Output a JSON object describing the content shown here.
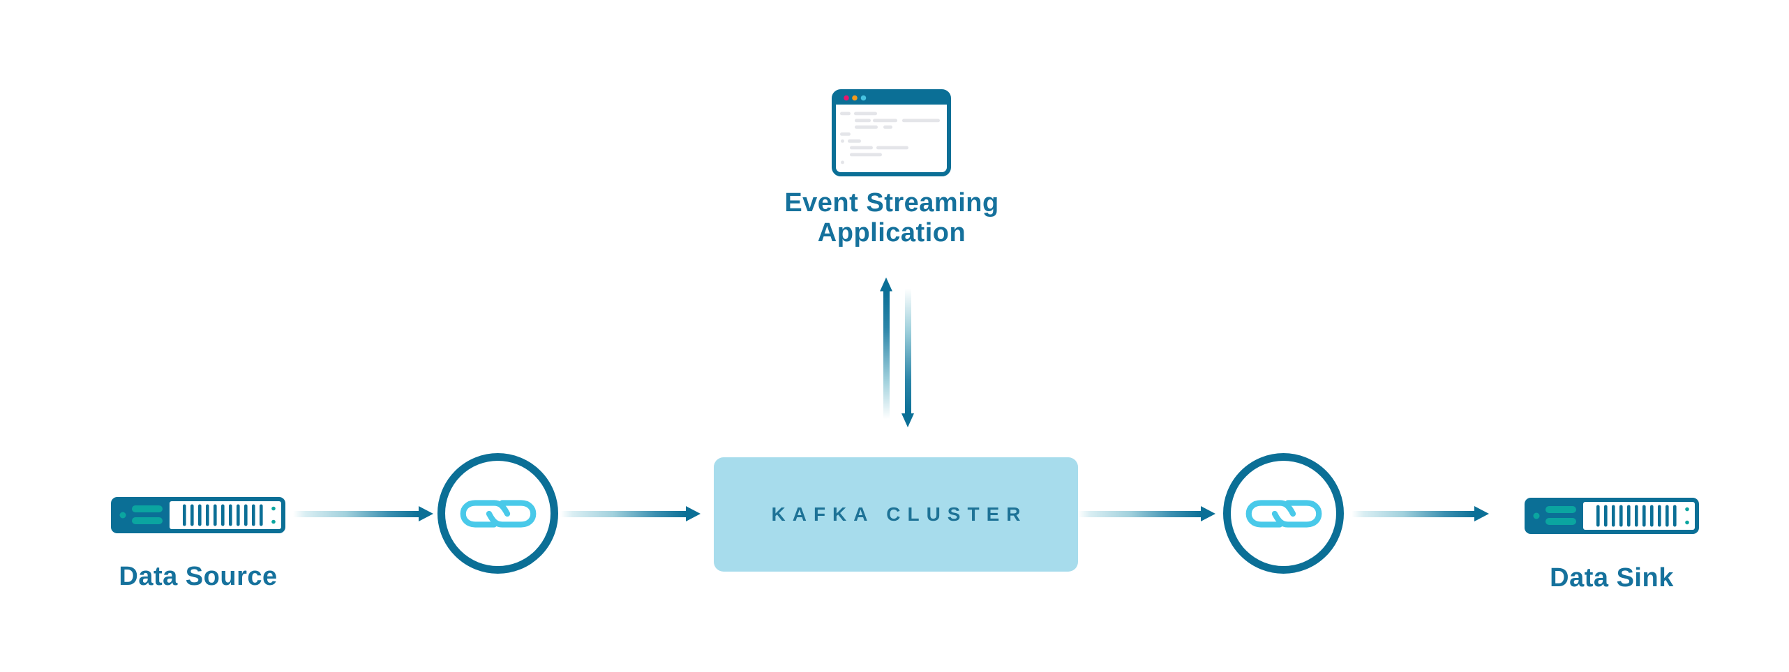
{
  "diagram": {
    "type": "kafka-connect-pipeline",
    "nodes": {
      "event_streaming_application": {
        "label_line1": "Event Streaming",
        "label_line2": "Application",
        "icon": "browser-window-code-icon"
      },
      "data_source": {
        "label": "Data Source",
        "icon": "server-icon"
      },
      "source_connector": {
        "icon": "chain-link-icon"
      },
      "kafka_cluster": {
        "label": "KAFKA CLUSTER"
      },
      "sink_connector": {
        "icon": "chain-link-icon"
      },
      "data_sink": {
        "label": "Data Sink",
        "icon": "server-icon"
      }
    },
    "edges": [
      {
        "from": "data_source",
        "to": "source_connector",
        "direction": "right",
        "style": "gradient-arrow"
      },
      {
        "from": "source_connector",
        "to": "kafka_cluster",
        "direction": "right",
        "style": "gradient-arrow"
      },
      {
        "from": "kafka_cluster",
        "to": "sink_connector",
        "direction": "right",
        "style": "gradient-arrow"
      },
      {
        "from": "sink_connector",
        "to": "data_sink",
        "direction": "right",
        "style": "gradient-arrow"
      },
      {
        "from": "kafka_cluster",
        "to": "event_streaming_application",
        "direction": "up",
        "style": "gradient-arrow"
      },
      {
        "from": "event_streaming_application",
        "to": "kafka_cluster",
        "direction": "down",
        "style": "gradient-arrow"
      }
    ],
    "colors": {
      "background": "#ffffff",
      "primary_dark_blue": "#0b6f96",
      "label_text_blue": "#15719c",
      "kafka_box_fill": "#a7dcec",
      "kafka_box_text": "#1d7296",
      "server_teal": "#0ba5a0",
      "chain_link_cyan": "#49c9e9",
      "browser_dot_pink": "#e8156d",
      "browser_dot_orange": "#f59a1c",
      "browser_dot_cyan": "#47c2e0",
      "code_line_gray": "#e4e5e9"
    }
  }
}
